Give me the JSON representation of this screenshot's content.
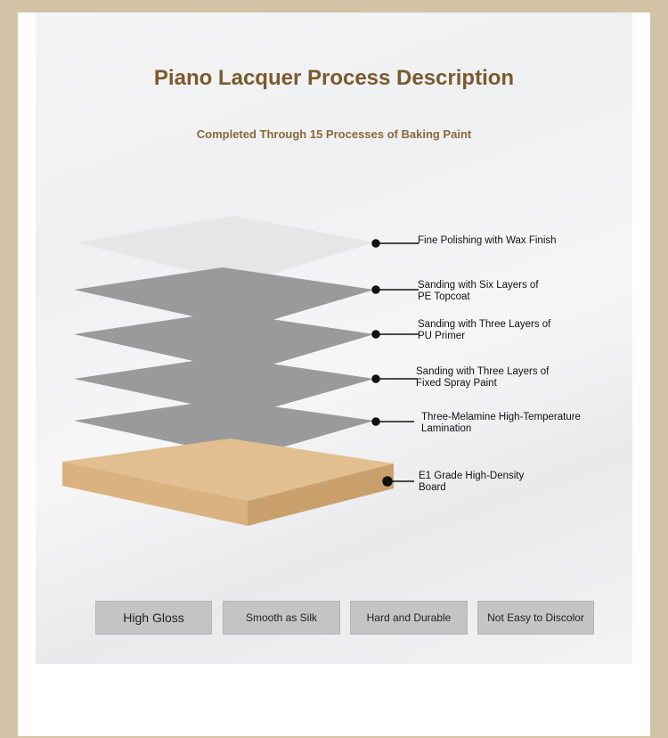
{
  "title": "Piano Lacquer Process Description",
  "subtitle": "Completed Through 15 Processes of Baking Paint",
  "layers": [
    "Fine Polishing with Wax Finish",
    "Sanding with Six Layers of PE Topcoat",
    "Sanding with Three Layers of PU Primer",
    "Sanding with Three Layers of Fixed Spray Paint",
    "Three-Melamine High-Temperature Lamination",
    "E1 Grade High-Density Board"
  ],
  "features": [
    "High Gloss",
    "Smooth as Silk",
    "Hard and Durable",
    "Not Easy to Discolor"
  ],
  "colors": {
    "title": "#7b5a2d",
    "frame": "#d3c3a6",
    "layer": "#9a9a9a",
    "board": "#e2bf90"
  }
}
